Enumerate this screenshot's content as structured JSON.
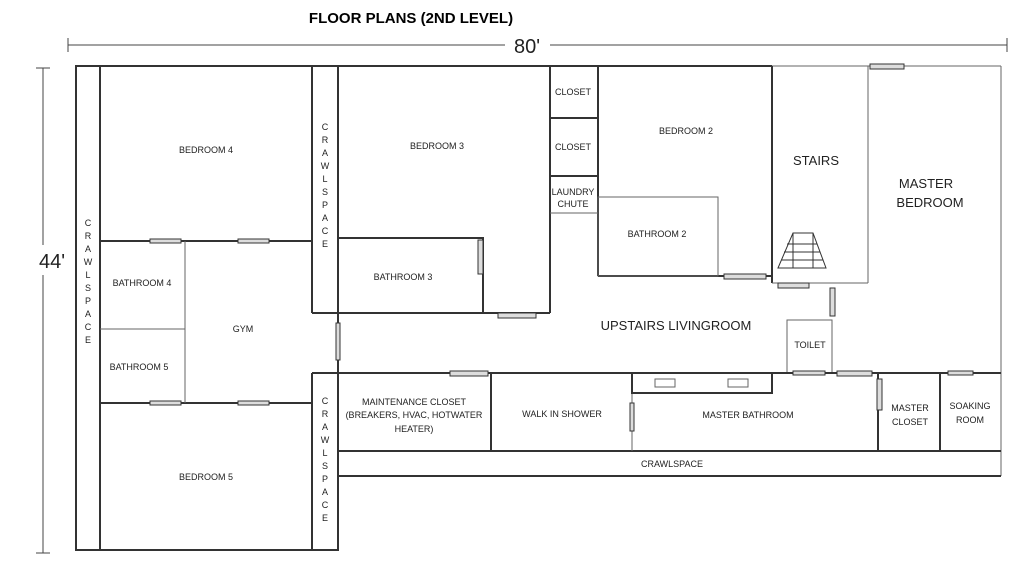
{
  "title": "FLOOR PLANS (2ND LEVEL)",
  "dimensions": {
    "width": "80'",
    "height": "44'"
  },
  "rooms": {
    "bedroom4": "BEDROOM 4",
    "bedroom3": "BEDROOM 3",
    "bedroom2": "BEDROOM 2",
    "bedroom5": "BEDROOM 5",
    "bathroom4": "BATHROOM 4",
    "bathroom5": "BATHROOM 5",
    "bathroom3": "BATHROOM 3",
    "bathroom2": "BATHROOM 2",
    "gym": "GYM",
    "closet1": "CLOSET",
    "closet2": "CLOSET",
    "laundry1": "LAUNDRY",
    "laundry2": "CHUTE",
    "stairs": "STAIRS",
    "master1": "MASTER",
    "master2": "BEDROOM",
    "living": "UPSTAIRS LIVINGROOM",
    "toilet": "TOILET",
    "maint1": "MAINTENANCE CLOSET",
    "maint2": "(BREAKERS, HVAC, HOTWATER",
    "maint3": "HEATER)",
    "shower": "WALK IN SHOWER",
    "masterbath": "MASTER BATHROOM",
    "mcloset1": "MASTER",
    "mcloset2": "CLOSET",
    "soak1": "SOAKING",
    "soak2": "ROOM",
    "crawl": "CRAWLSPACE",
    "crawl_v": [
      "C",
      "R",
      "A",
      "W",
      "L",
      "S",
      "P",
      "A",
      "C",
      "E"
    ]
  }
}
